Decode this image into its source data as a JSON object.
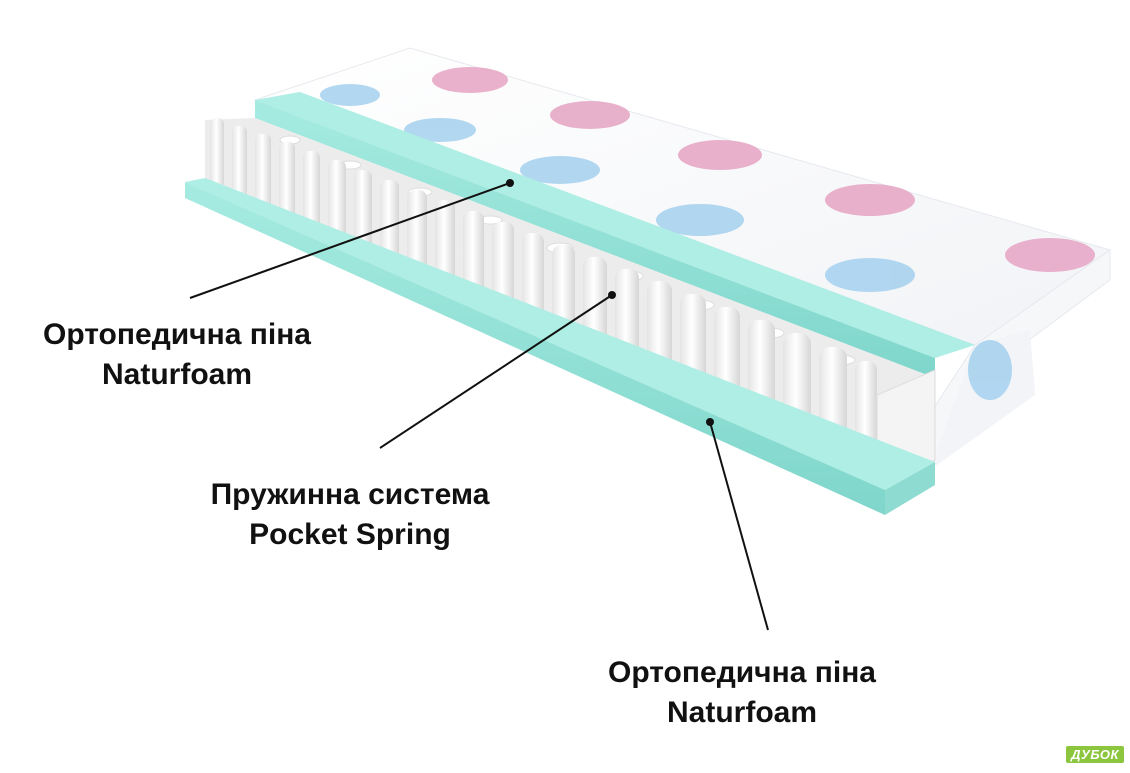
{
  "colors": {
    "foam": "#9ee5db",
    "foam_dark": "#6fcfc4",
    "spring": "#f7f7f7",
    "spring_shadow": "#d9d9d9",
    "cover": "#ffffff",
    "pattern_pink": "#e7a9c6",
    "pattern_blue": "#a9d3ef",
    "line": "#111111",
    "logo": "#8cc63e"
  },
  "labels": {
    "top_foam": {
      "line1": "Ортопедична піна",
      "line2": "Naturfoam"
    },
    "springs": {
      "line1": "Пружинна система",
      "line2": "Pocket Spring"
    },
    "bottom_foam": {
      "line1": "Ортопедична піна",
      "line2": "Naturfoam"
    }
  },
  "logo": {
    "text": "ДУБОК"
  }
}
